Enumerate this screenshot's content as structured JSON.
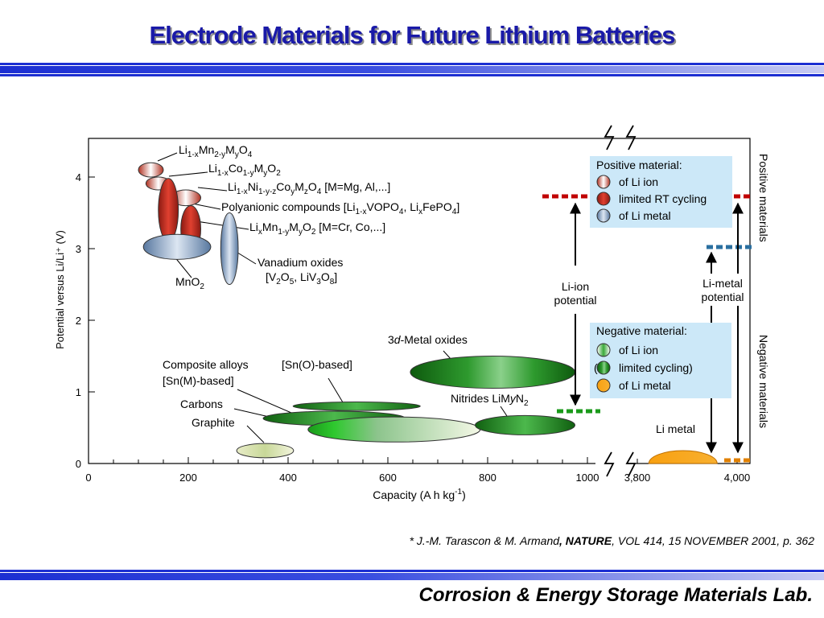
{
  "slide": {
    "title": "Electrode Materials for Future Lithium  Batteries",
    "citation_prefix": "* J.-M. Tarascon & M. Armand",
    "citation_journal": ", NATURE",
    "citation_suffix": ", VOL 414, 15 NOVEMBER 2001, p. 362",
    "footer": "Corrosion & Energy Storage Materials Lab.",
    "colors": {
      "title": "#1a1aa8",
      "band": "#1c2fd2",
      "positive_level": "#c00000",
      "metal_level": "#2a6fa0",
      "negative_level": "#1a9a1a",
      "li_metal_level": "#e08000"
    }
  },
  "chart_data": {
    "type": "scatter",
    "xlabel": "Capacity  (A h kg",
    "xlabel_sup": "-1",
    "xlabel_tail": ")",
    "ylabel": "Potential versus Li/Li⁺ (V)",
    "x_ticks": [
      "0",
      "200",
      "400",
      "600",
      "800",
      "1000",
      "3,800",
      "4,000"
    ],
    "y_ticks": [
      "0",
      "1",
      "2",
      "3",
      "4"
    ],
    "xlim": [
      0,
      1000
    ],
    "xlim_broken": [
      3800,
      4000
    ],
    "ylim": [
      0,
      4.5
    ],
    "materials": [
      {
        "name": "LiMn2-yMyO4",
        "x": [
          100,
          150
        ],
        "y": [
          4.0,
          4.2
        ],
        "fill": "pos-liion"
      },
      {
        "name": "Li1-xCo1-yMyO2",
        "x": [
          115,
          165
        ],
        "y": [
          3.82,
          4.0
        ],
        "fill": "pos-liion"
      },
      {
        "name": "Li1-xNi1-y-zCoyMzO4",
        "x": [
          165,
          225
        ],
        "y": [
          3.6,
          3.82
        ],
        "fill": "pos-liion"
      },
      {
        "name": "Polyanionic compounds",
        "x": [
          140,
          180
        ],
        "y": [
          3.1,
          3.98
        ],
        "fill": "pos-limited"
      },
      {
        "name": "LixMn1-yMyO2",
        "x": [
          185,
          225
        ],
        "y": [
          2.95,
          3.6
        ],
        "fill": "pos-limited"
      },
      {
        "name": "MnO2",
        "x": [
          110,
          245
        ],
        "y": [
          2.85,
          3.2
        ],
        "fill": "pos-metal"
      },
      {
        "name": "Vanadium oxides",
        "x": [
          265,
          300
        ],
        "y": [
          2.5,
          3.5
        ],
        "fill": "pos-metal"
      },
      {
        "name": "3d-Metal oxides",
        "x": [
          645,
          975
        ],
        "y": [
          1.05,
          1.5
        ],
        "fill": "neg-limited"
      },
      {
        "name": "[Sn(O)-based]",
        "x": [
          410,
          665
        ],
        "y": [
          0.74,
          0.86
        ],
        "fill": "neg-liion"
      },
      {
        "name": "Composite alloys [Sn(M)-based]",
        "x": [
          350,
          635
        ],
        "y": [
          0.53,
          0.73
        ],
        "fill": "neg-liion"
      },
      {
        "name": "Carbons",
        "x": [
          440,
          785
        ],
        "y": [
          0.3,
          0.65
        ],
        "fill": "neg-liion-light"
      },
      {
        "name": "Nitrides LiMyN2",
        "x": [
          775,
          975
        ],
        "y": [
          0.4,
          0.67
        ],
        "fill": "neg-liion"
      },
      {
        "name": "Graphite",
        "x": [
          297,
          411
        ],
        "y": [
          0.08,
          0.28
        ],
        "fill": "neg-light"
      },
      {
        "name": "Li metal",
        "x": [
          3823,
          3960
        ],
        "y": [
          0,
          0.18
        ],
        "fill": "neg-metal",
        "broken": true
      }
    ],
    "material_labels": [
      {
        "parts": [
          [
            "Li",
            ""
          ],
          [
            "1-x",
            "sub"
          ],
          [
            "Mn",
            ""
          ],
          [
            "2-y",
            "sub"
          ],
          [
            "M",
            ""
          ],
          [
            "y",
            "sub"
          ],
          [
            "O",
            ""
          ],
          [
            "4",
            "sub"
          ]
        ],
        "x": 222,
        "y": 191
      },
      {
        "parts": [
          [
            "Li",
            ""
          ],
          [
            "1-x",
            "sub"
          ],
          [
            "Co",
            ""
          ],
          [
            "1-y",
            "sub"
          ],
          [
            "M",
            ""
          ],
          [
            "y",
            "sub"
          ],
          [
            "O",
            ""
          ],
          [
            "2",
            "sub"
          ]
        ],
        "x": 259,
        "y": 214
      },
      {
        "parts": [
          [
            "Li",
            ""
          ],
          [
            "1-x",
            "sub"
          ],
          [
            "Ni",
            ""
          ],
          [
            "1-y-z",
            "sub"
          ],
          [
            "Co",
            ""
          ],
          [
            "y",
            "sub"
          ],
          [
            "M",
            ""
          ],
          [
            "z",
            "sub"
          ],
          [
            "O",
            ""
          ],
          [
            "4",
            "sub"
          ],
          [
            " [M=Mg, Al,...]",
            ""
          ]
        ],
        "x": 283,
        "y": 237
      },
      {
        "parts": [
          [
            "Polyanionic compounds [Li",
            ""
          ],
          [
            "1-x",
            "sub"
          ],
          [
            "VOPO",
            ""
          ],
          [
            "4",
            "sub"
          ],
          [
            ", Li",
            ""
          ],
          [
            "x",
            "sub"
          ],
          [
            "FePO",
            ""
          ],
          [
            "4",
            "sub"
          ],
          [
            "]",
            ""
          ]
        ],
        "x": 275,
        "y": 262
      },
      {
        "parts": [
          [
            "Li",
            ""
          ],
          [
            "x",
            "sub"
          ],
          [
            "Mn",
            ""
          ],
          [
            "1-y",
            "sub"
          ],
          [
            "M",
            ""
          ],
          [
            "y",
            "sub"
          ],
          [
            "O",
            ""
          ],
          [
            "2",
            "sub"
          ],
          [
            "  [M=Cr, Co,...]",
            ""
          ]
        ],
        "x": 310,
        "y": 287
      },
      {
        "parts": [
          [
            "Vanadium oxides",
            ""
          ]
        ],
        "x": 320,
        "y": 331
      },
      {
        "parts": [
          [
            "[V",
            ""
          ],
          [
            "2",
            "sub"
          ],
          [
            "O",
            ""
          ],
          [
            "5",
            "sub"
          ],
          [
            ", LiV",
            ""
          ],
          [
            "3",
            "sub"
          ],
          [
            "O",
            ""
          ],
          [
            "8",
            "sub"
          ],
          [
            "]",
            ""
          ]
        ],
        "x": 330,
        "y": 349
      },
      {
        "parts": [
          [
            "MnO",
            ""
          ],
          [
            "2",
            "sub"
          ]
        ],
        "x": 218,
        "y": 355
      },
      {
        "parts": [
          [
            "3",
            ""
          ],
          [
            "d",
            "it"
          ],
          [
            "-Metal oxides",
            ""
          ]
        ],
        "x": 482,
        "y": 427
      },
      {
        "parts": [
          [
            "Composite alloys",
            ""
          ]
        ],
        "x": 202,
        "y": 458
      },
      {
        "parts": [
          [
            "[Sn(M)-based]",
            ""
          ]
        ],
        "x": 202,
        "y": 478
      },
      {
        "parts": [
          [
            "[Sn(O)-based]",
            ""
          ]
        ],
        "x": 350,
        "y": 458
      },
      {
        "parts": [
          [
            "Nitrides LiM",
            ""
          ],
          [
            "y",
            "it"
          ],
          [
            "N",
            ""
          ],
          [
            "2",
            "sub"
          ]
        ],
        "x": 560,
        "y": 500
      },
      {
        "parts": [
          [
            "Carbons",
            ""
          ]
        ],
        "x": 224,
        "y": 507
      },
      {
        "parts": [
          [
            "Graphite",
            ""
          ]
        ],
        "x": 238,
        "y": 530
      },
      {
        "parts": [
          [
            "Li metal",
            ""
          ]
        ],
        "x": 815,
        "y": 538
      }
    ],
    "legend_positive": {
      "title": "Positive material:",
      "items": [
        {
          "label": "of Li ion",
          "fill": "pos-liion"
        },
        {
          "label": "limited RT cycling",
          "fill": "pos-limited"
        },
        {
          "label": "of Li metal",
          "fill": "pos-metal"
        }
      ]
    },
    "legend_negative": {
      "title": "Negative material:",
      "items": [
        {
          "label": "of Li ion",
          "fill": "neg-liion-icon"
        },
        {
          "label": "limited cycling)",
          "fill": "neg-limited",
          "prefix": "("
        },
        {
          "label": "of Li metal",
          "fill": "neg-metal"
        }
      ]
    },
    "annotations": {
      "liion_potential": [
        "Li-ion",
        "potential"
      ],
      "limetal_potential": [
        "Li-metal",
        "potential"
      ],
      "positive_side": "Positive materials",
      "negative_side": "Negative materials"
    }
  }
}
